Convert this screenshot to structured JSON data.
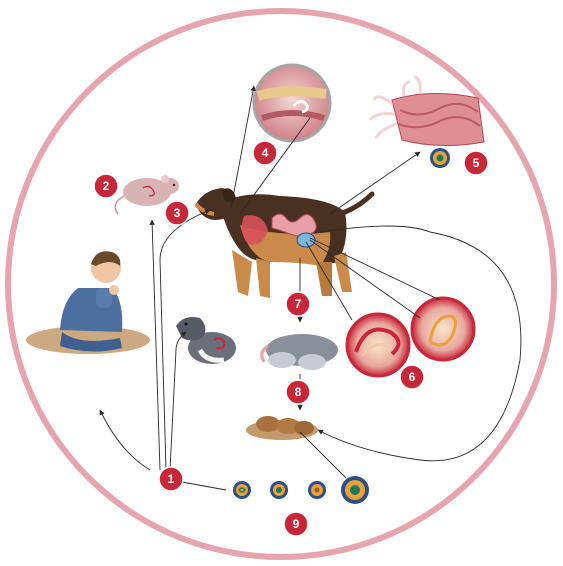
{
  "diagram": {
    "colors": {
      "ring": "#e6a5ae",
      "badge": "#c8273a",
      "arrow": "#2a2a2a",
      "dog_coat": "#4a3020",
      "dog_tan": "#c98a4a",
      "organ_red": "#d8505a",
      "worm_pink": "#e8a0a8",
      "egg_outer": "#2d4f86",
      "egg_mid": "#e8a23a",
      "egg_inner": "#1e7a5a",
      "soil": "#c49a6c",
      "child_blue": "#4d6fa0"
    },
    "icons": [
      "child-figure",
      "mouse-figure",
      "adult-dog-figure",
      "puppy-figure",
      "intestine-wall-illustration",
      "lung-magnified-illustration",
      "larva-cyst-illustration",
      "puppies-nursing-figure",
      "feces-on-ground-figure",
      "egg-development-stages"
    ],
    "steps": [
      {
        "n": "1"
      },
      {
        "n": "2"
      },
      {
        "n": "3"
      },
      {
        "n": "4"
      },
      {
        "n": "5"
      },
      {
        "n": "6"
      },
      {
        "n": "7"
      },
      {
        "n": "8"
      },
      {
        "n": "9"
      }
    ]
  }
}
